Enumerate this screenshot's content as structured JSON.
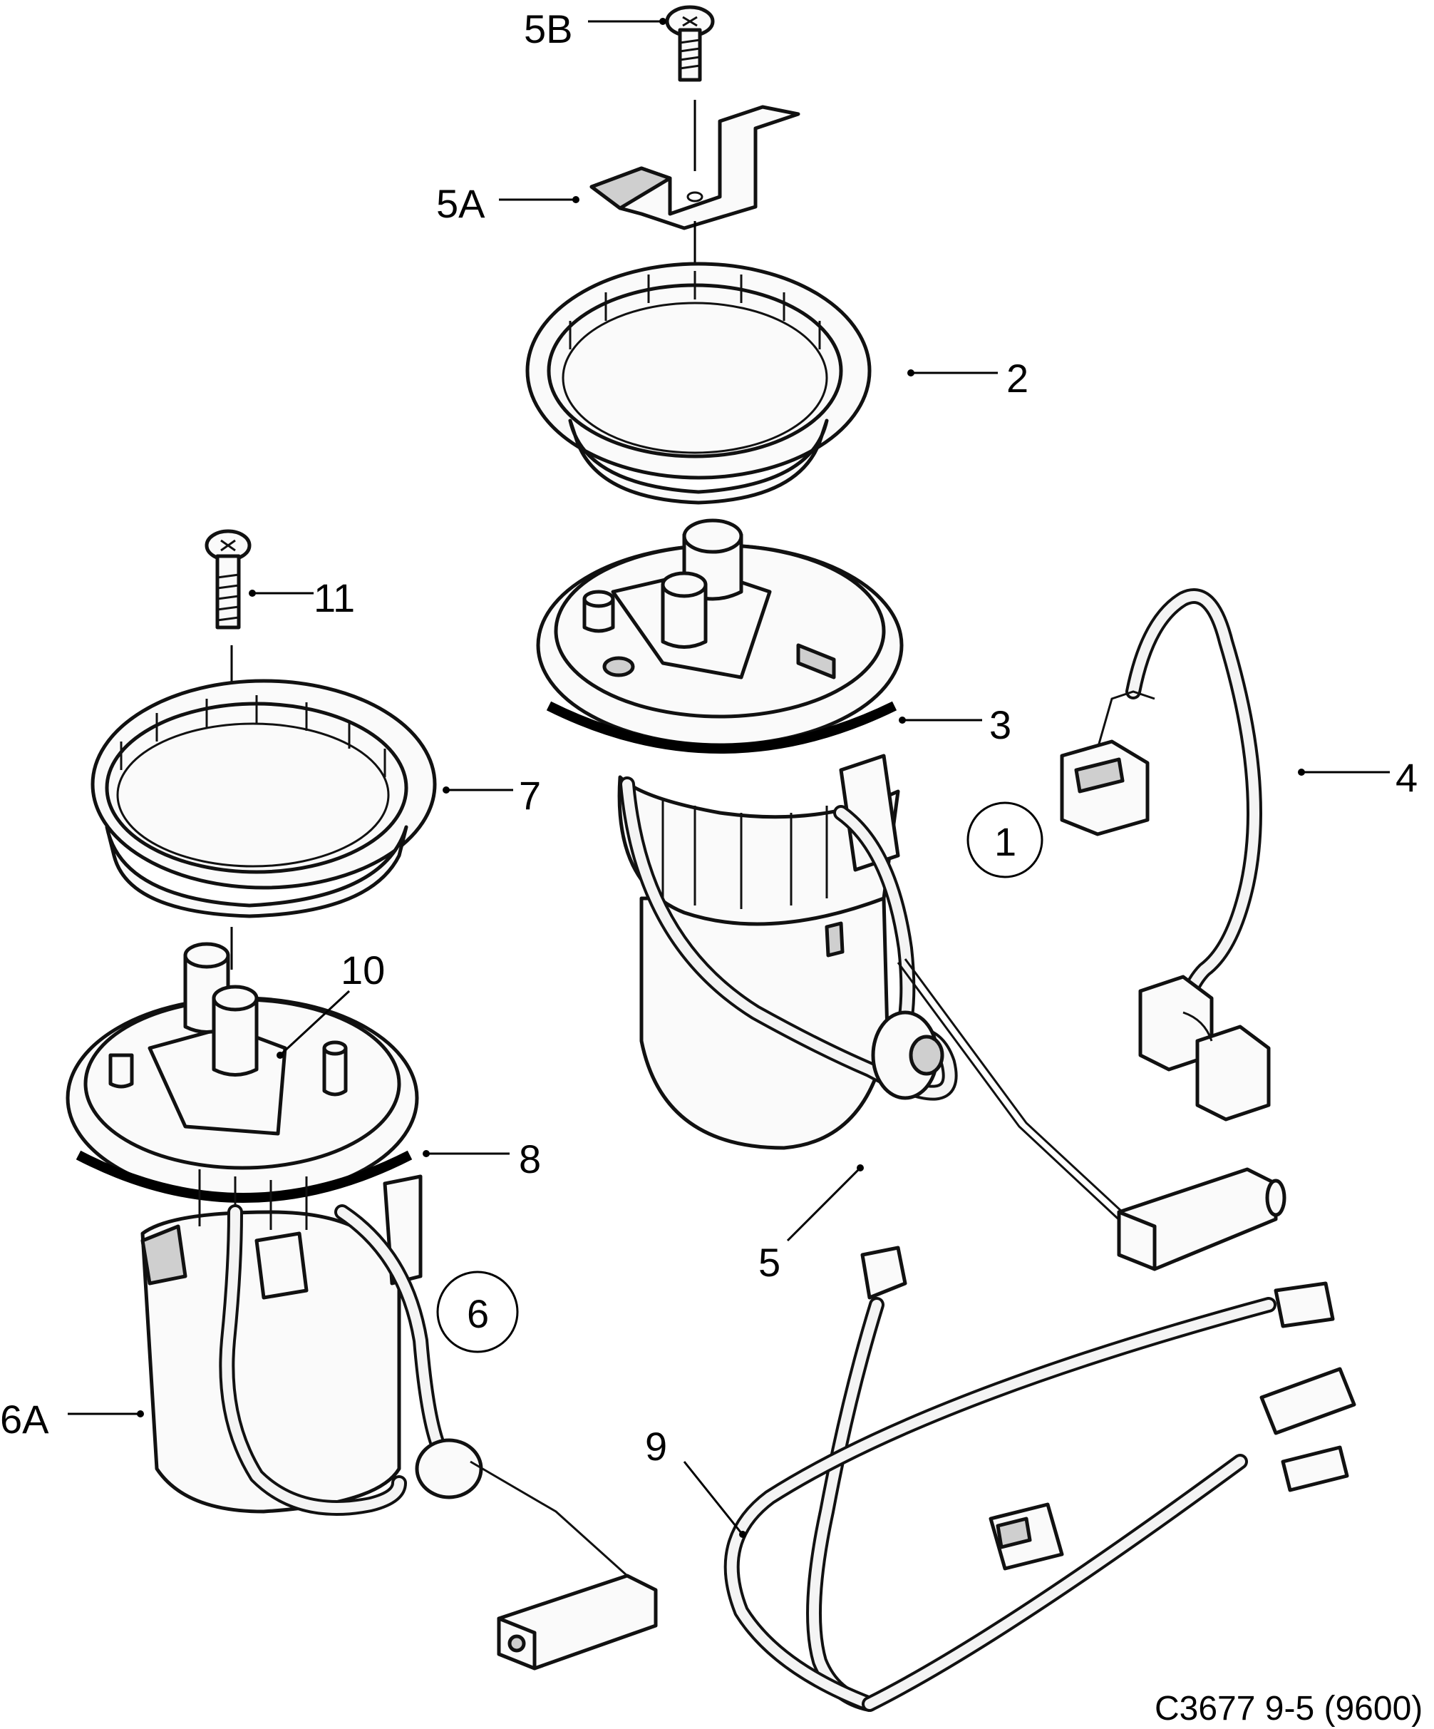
{
  "labels": {
    "l5b": "5B",
    "l5a": "5A",
    "l2": "2",
    "l11": "11",
    "l3": "3",
    "l4": "4",
    "l1": "1",
    "l7": "7",
    "l10": "10",
    "l8": "8",
    "l5": "5",
    "l6": "6",
    "l6a": "6A",
    "l9": "9"
  },
  "reference": "C3677 9-5 (9600)"
}
